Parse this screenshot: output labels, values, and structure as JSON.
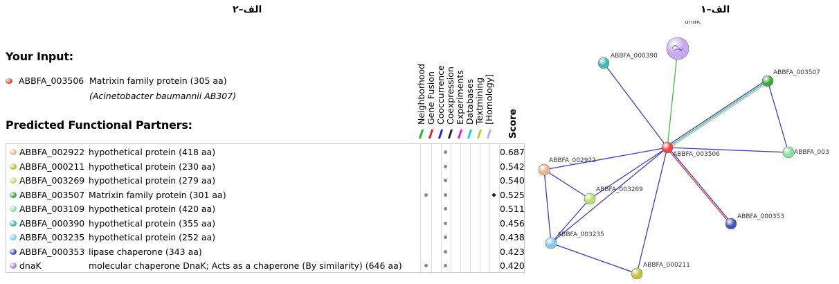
{
  "captions": {
    "left": "الف–۲",
    "right": "الف–۱"
  },
  "input": {
    "title": "Your Input:",
    "id": "ABBFA_003506",
    "description": "Matrixin family protein (305 aa)",
    "organism": "(Acinetobacter baumannii AB307)",
    "color": "#e24b4b"
  },
  "partners_title": "Predicted Functional Partners:",
  "evidence_headers": [
    {
      "label": "Neighborhood",
      "color": "#1eb41e"
    },
    {
      "label": "Gene Fusion",
      "color": "#e01a1a"
    },
    {
      "label": "Cooccurrence",
      "color": "#1a1ae0"
    },
    {
      "label": "Coexpression",
      "color": "#222222"
    },
    {
      "label": "Experiments",
      "color": "#e01ae0"
    },
    {
      "label": "Databases",
      "color": "#1ad2d2"
    },
    {
      "label": "Textmining",
      "color": "#b4d21e"
    },
    {
      "label": "[Homology]",
      "color": "#b0b0f0"
    }
  ],
  "score_header": "Score",
  "partners": [
    {
      "id": "ABBFA_002922",
      "description": "hypothetical protein (418 aa)",
      "score": "0.687",
      "color": "#e8b890",
      "evidence": [
        2
      ]
    },
    {
      "id": "ABBFA_000211",
      "description": "hypothetical protein (230 aa)",
      "score": "0.542",
      "color": "#c8c040",
      "evidence": [
        2
      ]
    },
    {
      "id": "ABBFA_003269",
      "description": "hypothetical protein (279 aa)",
      "score": "0.540",
      "color": "#b8e070",
      "evidence": [
        2
      ]
    },
    {
      "id": "ABBFA_003507",
      "description": "Matrixin family protein (301 aa)",
      "score": "0.525",
      "color": "#40a840",
      "evidence": [
        0,
        2,
        7
      ]
    },
    {
      "id": "ABBFA_003109",
      "description": "hypothetical protein (420 aa)",
      "score": "0.511",
      "color": "#88e0a8",
      "evidence": [
        2
      ]
    },
    {
      "id": "ABBFA_000390",
      "description": "hypothetical protein (355 aa)",
      "score": "0.456",
      "color": "#40b8b0",
      "evidence": [
        2
      ]
    },
    {
      "id": "ABBFA_003235",
      "description": "hypothetical protein (252 aa)",
      "score": "0.438",
      "color": "#88c8e8",
      "evidence": [
        2
      ]
    },
    {
      "id": "ABBFA_000353",
      "description": "lipase chaperone (343 aa)",
      "score": "0.423",
      "color": "#4858b8",
      "evidence": [
        2
      ]
    },
    {
      "id": "dnaK",
      "description": "molecular chaperone DnaK; Acts as a chaperone (By similarity) (646 aa)",
      "score": "0.420",
      "color": "#b088e0",
      "evidence": [
        0,
        2
      ]
    }
  ],
  "network": {
    "nodes": [
      {
        "id": "ABBFA_003506",
        "label": "ABBFA_003506",
        "color": "#e84848"
      },
      {
        "id": "dnaK",
        "label": "dnaK",
        "color": "#c8a8f0"
      },
      {
        "id": "ABBFA_000390",
        "label": "ABBFA_000390",
        "color": "#40b8b0"
      },
      {
        "id": "ABBFA_003507",
        "label": "ABBFA_003507",
        "color": "#40a840"
      },
      {
        "id": "ABBFA_003109",
        "label": "ABBFA_003",
        "color": "#88e0a8"
      },
      {
        "id": "ABBFA_002922",
        "label": "ABBFA_002922",
        "color": "#e8b890"
      },
      {
        "id": "ABBFA_003269",
        "label": "ABBFA_003269",
        "color": "#b8e070"
      },
      {
        "id": "ABBFA_000353",
        "label": "ABBFA_000353",
        "color": "#4858b8"
      },
      {
        "id": "ABBFA_003235",
        "label": "ABBFA_003235",
        "color": "#88c8e8"
      },
      {
        "id": "ABBFA_000211",
        "label": "ABBFA_000211",
        "color": "#c8c040"
      }
    ],
    "edges": [
      {
        "from": "ABBFA_003506",
        "to": "dnaK",
        "colors": [
          "#40c040"
        ]
      },
      {
        "from": "ABBFA_003506",
        "to": "ABBFA_000390",
        "colors": [
          "#3a3ac8"
        ]
      },
      {
        "from": "ABBFA_003506",
        "to": "ABBFA_003507",
        "colors": [
          "#3a3ac8",
          "#40c040",
          "#b0b0f0"
        ]
      },
      {
        "from": "ABBFA_003506",
        "to": "ABBFA_003109",
        "colors": [
          "#3a3ac8"
        ]
      },
      {
        "from": "ABBFA_003507",
        "to": "ABBFA_003109",
        "colors": [
          "#3a3ac8"
        ]
      },
      {
        "from": "ABBFA_003506",
        "to": "ABBFA_002922",
        "colors": [
          "#3a3ac8"
        ]
      },
      {
        "from": "ABBFA_003506",
        "to": "ABBFA_003269",
        "colors": [
          "#3a3ac8"
        ]
      },
      {
        "from": "ABBFA_003506",
        "to": "ABBFA_003235",
        "colors": [
          "#3a3ac8"
        ]
      },
      {
        "from": "ABBFA_003506",
        "to": "ABBFA_000353",
        "colors": [
          "#3a3ac8",
          "#e03030"
        ]
      },
      {
        "from": "ABBFA_003506",
        "to": "ABBFA_000211",
        "colors": [
          "#3a3ac8"
        ]
      },
      {
        "from": "ABBFA_002922",
        "to": "ABBFA_003269",
        "colors": [
          "#3a3ac8"
        ]
      },
      {
        "from": "ABBFA_002922",
        "to": "ABBFA_003235",
        "colors": [
          "#3a3ac8"
        ]
      },
      {
        "from": "ABBFA_003269",
        "to": "ABBFA_003235",
        "colors": [
          "#3a3ac8"
        ]
      },
      {
        "from": "ABBFA_003235",
        "to": "ABBFA_000211",
        "colors": [
          "#3a3ac8"
        ]
      }
    ]
  }
}
